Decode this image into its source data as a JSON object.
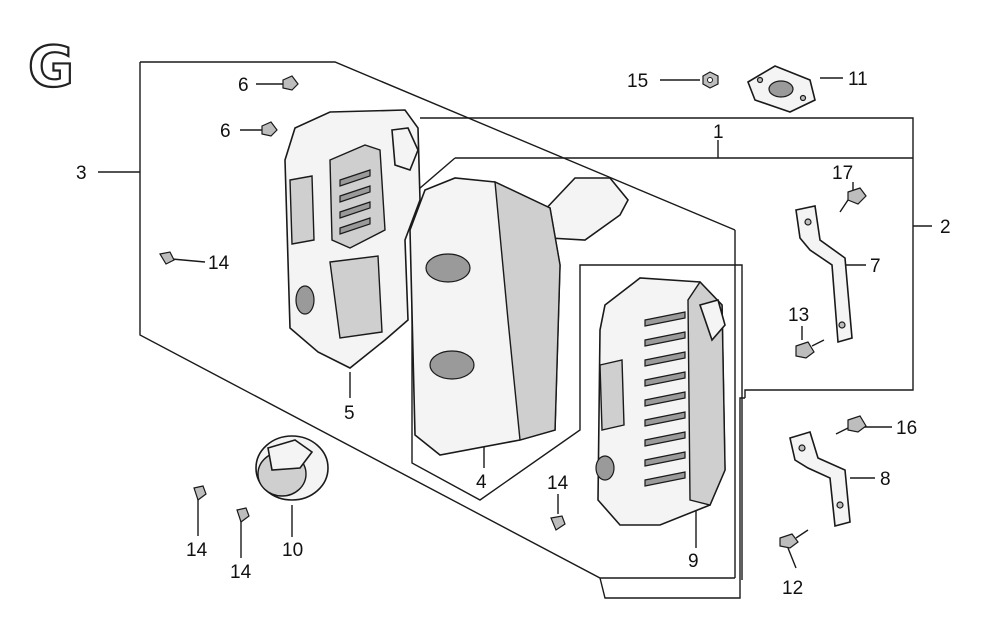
{
  "section_letter": "G",
  "callouts": {
    "c1": "1",
    "c2": "2",
    "c3": "3",
    "c4": "4",
    "c5": "5",
    "c6a": "6",
    "c6b": "6",
    "c7": "7",
    "c8": "8",
    "c9": "9",
    "c10": "10",
    "c11": "11",
    "c12": "12",
    "c13": "13",
    "c14a": "14",
    "c14b": "14",
    "c14c": "14",
    "c14d": "14",
    "c15": "15",
    "c16": "16",
    "c17": "17"
  }
}
